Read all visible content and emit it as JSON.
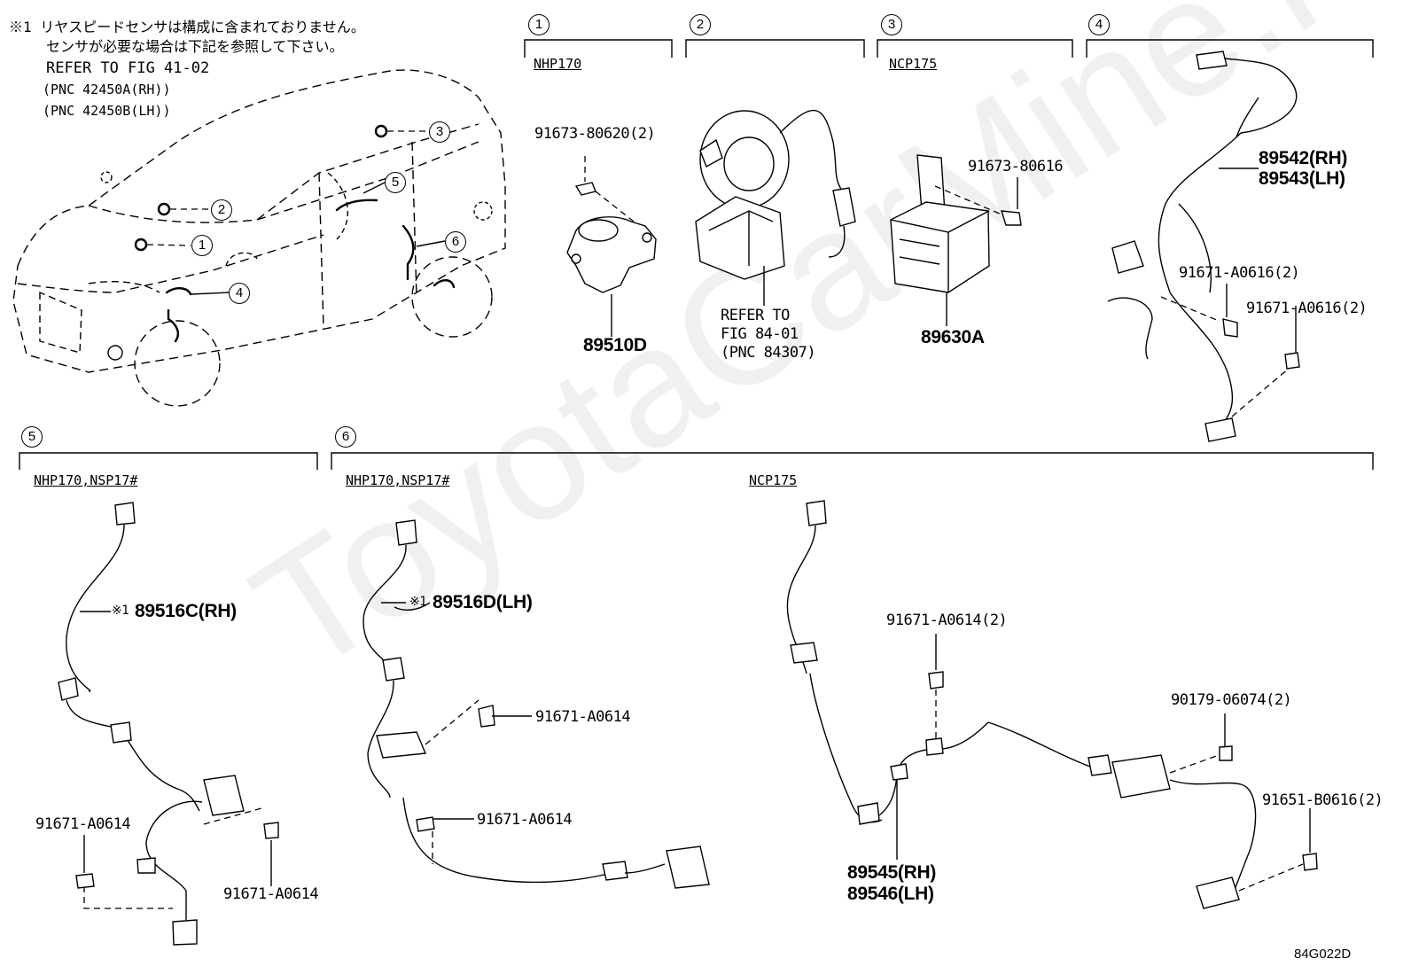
{
  "notes": {
    "line1": "※1 リヤスピードセンサは構成に含まれておりません。",
    "line2": "センサが必要な場合は下記を参照して下さい。",
    "line3": "REFER TO FIG 41-02",
    "line4": "(PNC 42450A(RH))",
    "line5": "(PNC 42450B(LH))"
  },
  "watermark": "ToyotaCarMine.ru",
  "diagram_id": "84G022D",
  "car_markers": [
    "1",
    "2",
    "3",
    "4",
    "5",
    "6"
  ],
  "sections": [
    {
      "num": "1",
      "model": "NHP170"
    },
    {
      "num": "2",
      "model": ""
    },
    {
      "num": "3",
      "model": "NCP175"
    },
    {
      "num": "4",
      "model": ""
    },
    {
      "num": "5",
      "model": "NHP170,NSP17#"
    },
    {
      "num": "6",
      "model": "NHP170,NSP17#",
      "model2": "NCP175"
    }
  ],
  "parts": {
    "p1_bolt": "91673-80620(2)",
    "p1_main": "89510D",
    "p2_ref1": "REFER TO",
    "p2_ref2": "FIG 84-01",
    "p2_ref3": "(PNC 84307)",
    "p3_bolt": "91673-80616",
    "p3_main": "89630A",
    "p4_rh": "89542(RH)",
    "p4_lh": "89543(LH)",
    "p4_bolt1": "91671-A0616(2)",
    "p4_bolt2": "91671-A0616(2)",
    "p5_main": "89516C(RH)",
    "p5_mark": "※1",
    "p5_bolt1": "91671-A0614",
    "p5_bolt2": "91671-A0614",
    "p6_main": "89516D(LH)",
    "p6_mark": "※1",
    "p6_bolt1": "91671-A0614",
    "p6_bolt2": "91671-A0614",
    "p7_bolt1": "91671-A0614(2)",
    "p7_nut": "90179-06074(2)",
    "p7_bolt2": "91651-B0616(2)",
    "p7_rh": "89545(RH)",
    "p7_lh": "89546(LH)"
  }
}
